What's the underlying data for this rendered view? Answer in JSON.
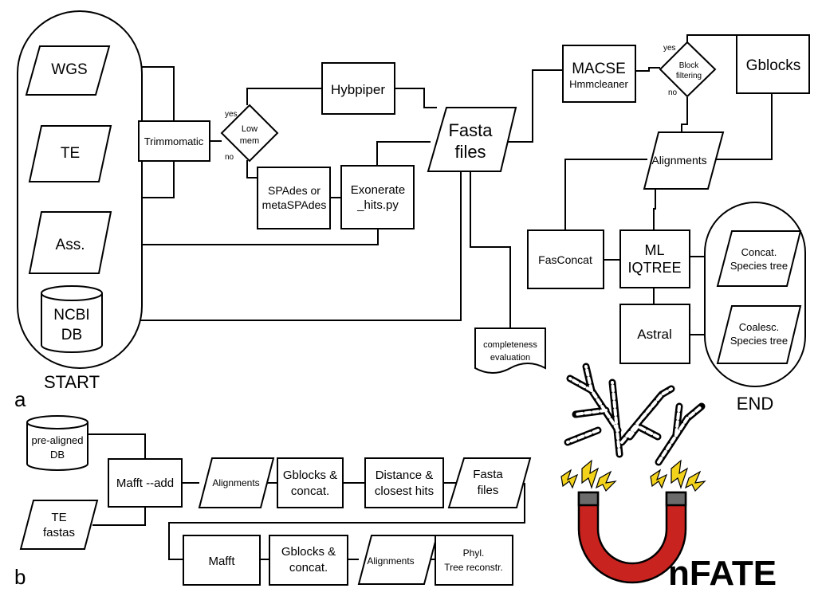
{
  "panels": {
    "a": "a",
    "b": "b"
  },
  "terminals": {
    "start": "START",
    "end": "END"
  },
  "inputs": {
    "wgs": "WGS",
    "te": "TE",
    "ass": "Ass.",
    "ncbi1": "NCBI",
    "ncbi2": "DB"
  },
  "a": {
    "trimmomatic": "Trimmomatic",
    "lowmem1": "Low",
    "lowmem2": "mem",
    "yes": "yes",
    "no": "no",
    "hybpiper": "Hybpiper",
    "spades1": "SPAdes or",
    "spades2": "metaSPAdes",
    "exonerate1": "Exonerate",
    "exonerate2": "_hits.py",
    "fasta1": "Fasta",
    "fasta2": "files",
    "completeness1": "completeness",
    "completeness2": "evaluation",
    "macse": "MACSE",
    "hmmcleaner": "Hmmcleaner",
    "block1": "Block",
    "block2": "filtering",
    "gblocks": "Gblocks",
    "alignments": "Alignments",
    "fasconcat": "FasConcat",
    "ml1": "ML",
    "ml2": "IQTREE",
    "astral": "Astral",
    "concat1": "Concat.",
    "concat2": "Species tree",
    "coal1": "Coalesc.",
    "coal2": "Species tree"
  },
  "b": {
    "prealigned1": "pre-aligned",
    "prealigned2": "DB",
    "tefastas1": "TE",
    "tefastas2": "fastas",
    "mafftadd": "Mafft --add",
    "alignments1": "Alignments",
    "gblocks1a": "Gblocks &",
    "gblocks1b": "concat.",
    "distance1": "Distance &",
    "distance2": "closest hits",
    "fasta1": "Fasta",
    "fasta2": "files",
    "mafft": "Mafft",
    "gblocks2a": "Gblocks &",
    "gblocks2b": "concat.",
    "alignments2": "Alignments",
    "phyl1": "Phyl.",
    "phyl2": "Tree reconstr."
  },
  "logo": {
    "name": "nFATE",
    "magnet_color": "#c8231f",
    "pole_color": "#6b6b6b",
    "spark_color": "#f2d21b"
  }
}
